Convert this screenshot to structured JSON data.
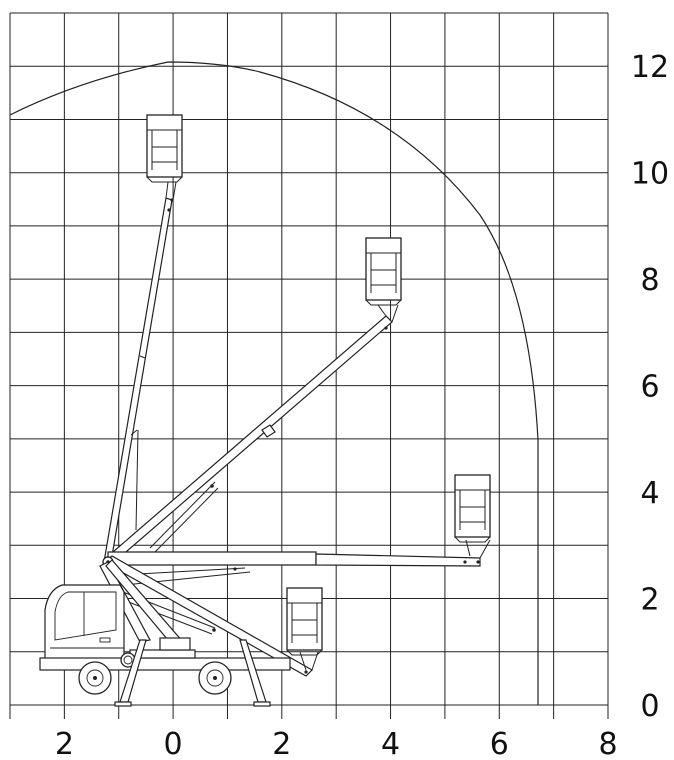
{
  "diagram": {
    "x_ticks": [
      {
        "label": "2",
        "value": -2
      },
      {
        "label": "0",
        "value": 0
      },
      {
        "label": "2",
        "value": 2
      },
      {
        "label": "4",
        "value": 4
      },
      {
        "label": "6",
        "value": 6
      },
      {
        "label": "8",
        "value": 8
      }
    ],
    "y_ticks": [
      {
        "label": "12",
        "value": 12
      },
      {
        "label": "10",
        "value": 10
      },
      {
        "label": "8",
        "value": 8
      },
      {
        "label": "6",
        "value": 6
      },
      {
        "label": "4",
        "value": 4
      },
      {
        "label": "2",
        "value": 2
      },
      {
        "label": "0",
        "value": 0
      }
    ],
    "x_range": [
      -3,
      8
    ],
    "y_range": [
      0,
      13
    ],
    "grid_step": 1,
    "line_color": "#222222",
    "background": "#ffffff",
    "boom_positions": [
      "vertical",
      "diagonal",
      "horizontal",
      "lowered"
    ]
  }
}
